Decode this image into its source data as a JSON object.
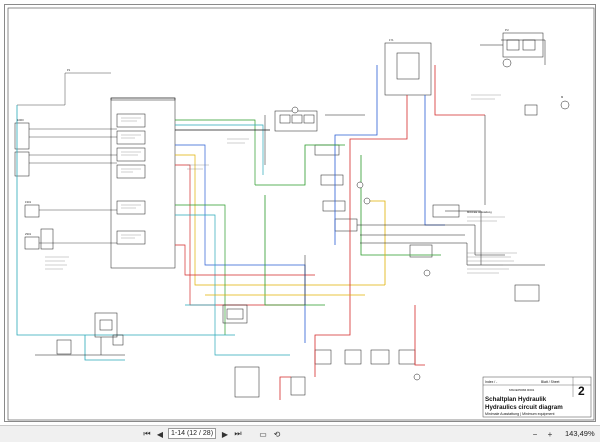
{
  "viewer": {
    "page_field_value": "1-14 (12 / 28)",
    "zoom": "143,49%",
    "toolbar_icons": [
      "first-page-icon",
      "previous-page-icon",
      "next-page-icon",
      "last-page-icon",
      "fit-page-icon",
      "rotate-icon",
      "zoom-out-icon",
      "zoom-in-icon"
    ]
  },
  "title_block": {
    "index_label": "Index / -",
    "sheet_label": "Blatt / Sheet",
    "sheet_number": "2",
    "title_de": "Schaltplan Hydraulik",
    "title_en": "Hydraulics circuit diagram",
    "equipment": "Minimale Ausstattung | Minimum equipment",
    "doc_number": "MSCEP0084 R001"
  },
  "diagram_labels": {
    "tag_p1": "P1",
    "tag_hydraulic_tank": "1000 l",
    "tag_top_valve": "1Y1",
    "tag_pump_unit": "PU",
    "tag_minimal": "Minimale Ausstattung",
    "tag_motor": "M",
    "tag_1s01": "1S01",
    "tag_2s01": "2S01"
  },
  "colors": {
    "red_line": "#d42a2a",
    "blue_line": "#2a5cd4",
    "green_line": "#2a9a2a",
    "yellow_line": "#e0b000",
    "cyan_line": "#28a8b8",
    "black_line": "#1a1a1a"
  }
}
